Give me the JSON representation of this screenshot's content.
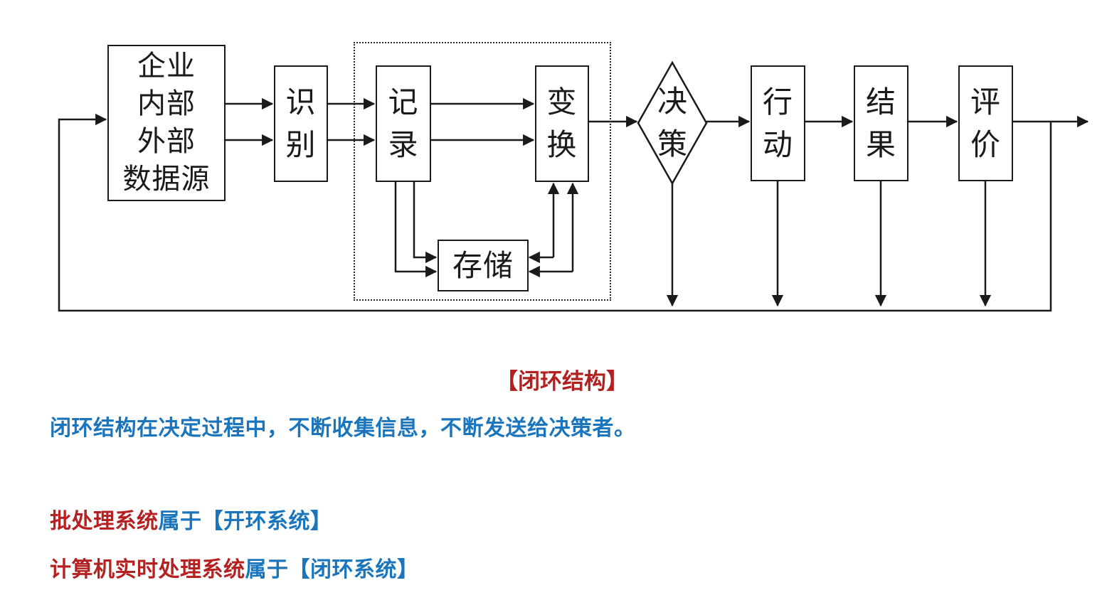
{
  "diagram": {
    "nodes": {
      "source": {
        "label": "企业\n内部\n外部\n数据源"
      },
      "identify": {
        "label": "识\n别"
      },
      "record": {
        "label": "记\n录"
      },
      "transform": {
        "label": "变\n换"
      },
      "store": {
        "label": "存储"
      },
      "decision": {
        "label": "决\n策"
      },
      "action": {
        "label": "行\n动"
      },
      "result": {
        "label": "结\n果"
      },
      "evaluate": {
        "label": "评\n价"
      }
    },
    "line_color": "#1a1a1a"
  },
  "notes": {
    "title": "【闭环结构】",
    "title_color": "#b32020",
    "description": "闭环结构在决定过程中，不断收集信息，不断发送给决策者。",
    "description_color": "#1b75bc",
    "batch": {
      "red_part": "批处理系统",
      "blue_part": "属于【开环系统】"
    },
    "realtime": {
      "red_part": "计算机实时处理系统",
      "blue_part": "属于【闭环系统】"
    },
    "red_color": "#b52020",
    "blue_color": "#1b75bc"
  }
}
